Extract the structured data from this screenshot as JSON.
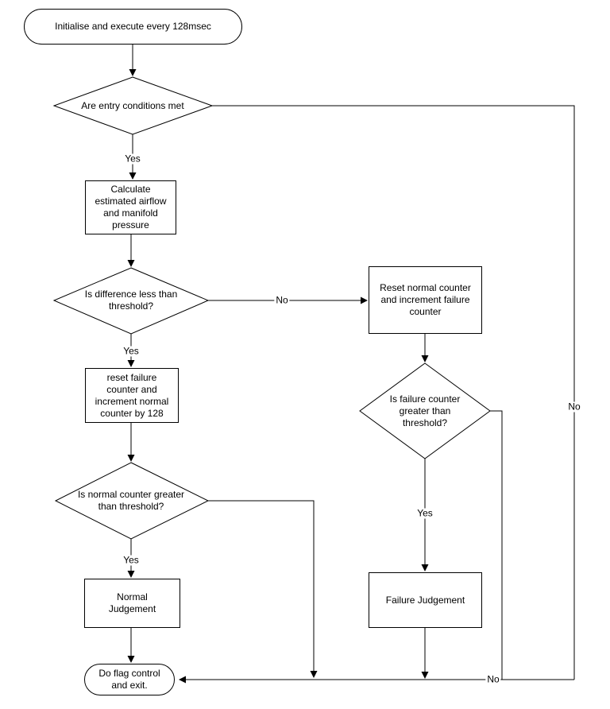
{
  "diagram": {
    "type": "flowchart",
    "background_color": "#ffffff",
    "line_color": "#000000",
    "text_color": "#000000",
    "nodes": {
      "start": {
        "type": "terminator",
        "label": "Initialise and execute every 128msec"
      },
      "entry_check": {
        "type": "decision",
        "label": "Are entry conditions met"
      },
      "calculate": {
        "type": "process",
        "label": "Calculate\nestimated airflow\nand manifold\npressure"
      },
      "diff_check": {
        "type": "decision",
        "label": "Is difference less than\nthreshold?"
      },
      "reset_failure": {
        "type": "process",
        "label": "reset failure\ncounter and\nincrement normal\ncounter by 128"
      },
      "reset_normal": {
        "type": "process",
        "label": "Reset normal counter\nand increment failure\ncounter"
      },
      "failure_check": {
        "type": "decision",
        "label": "Is failure counter\ngreater than\nthreshold?"
      },
      "normal_check": {
        "type": "decision",
        "label": "Is normal counter greater\nthan threshold?"
      },
      "normal_judgement": {
        "type": "process",
        "label": "Normal\nJudgement"
      },
      "failure_judgement": {
        "type": "process",
        "label": "Failure Judgement"
      },
      "end": {
        "type": "terminator",
        "label": "Do flag control\nand exit."
      }
    },
    "edges": {
      "entry_yes": {
        "from": "entry_check",
        "to": "calculate",
        "label": "Yes"
      },
      "entry_no": {
        "from": "entry_check",
        "to": "end",
        "label": "No"
      },
      "diff_yes": {
        "from": "diff_check",
        "to": "reset_failure",
        "label": "Yes"
      },
      "diff_no": {
        "from": "diff_check",
        "to": "reset_normal",
        "label": "No"
      },
      "failure_yes": {
        "from": "failure_check",
        "to": "failure_judgement",
        "label": "Yes"
      },
      "failure_no": {
        "from": "failure_check",
        "to": "end",
        "label": "No"
      },
      "normal_yes": {
        "from": "normal_check",
        "to": "normal_judgement",
        "label": "Yes"
      }
    }
  }
}
